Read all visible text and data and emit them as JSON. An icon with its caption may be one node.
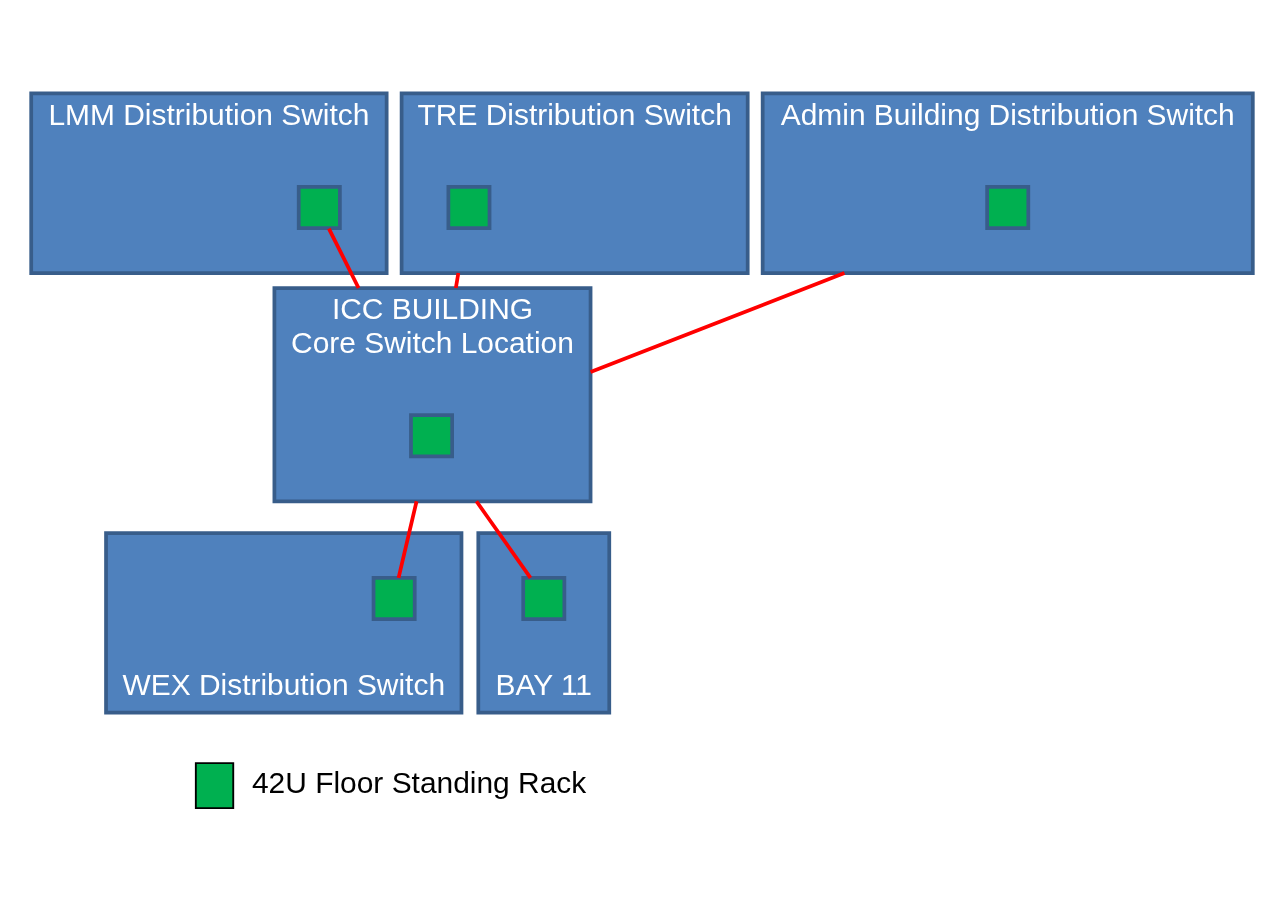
{
  "diagram": {
    "nodes": [
      {
        "text": [
          "LMM Distribution Switch"
        ]
      },
      {
        "text": [],
        "shape": "box",
        "in": 0
      },
      {
        "text": [
          "TRE Distribution Switch"
        ]
      },
      {
        "text": [],
        "shape": "box",
        "in": 2
      },
      {
        "text": [
          "ICC BUILDING",
          "Core Switch Location"
        ]
      },
      {
        "text": [],
        "shape": "box",
        "in": 4
      },
      {
        "text": [
          "Admin Building Distribution Switch"
        ]
      },
      {
        "text": [],
        "shape": "box",
        "in": 6
      },
      {
        "text": [
          "WEX Distribution Switch"
        ]
      },
      {
        "text": [],
        "shape": "box",
        "in": 8
      },
      {
        "text": [
          "BAY 11"
        ]
      },
      {
        "text": [],
        "shape": "box",
        "in": 10
      }
    ],
    "edges": [
      {
        "from": 1,
        "to": 4,
        "arrow": "none"
      },
      {
        "from": 2,
        "to": 4,
        "arrow": "none"
      },
      {
        "from": 4,
        "to": 6,
        "arrow": "none"
      },
      {
        "from": 4,
        "to": 9,
        "arrow": "none"
      },
      {
        "from": 4,
        "to": 11,
        "arrow": "none"
      }
    ],
    "legend": [
      {
        "text": "42U Floor Standing Rack",
        "color": "#00b050"
      }
    ]
  }
}
